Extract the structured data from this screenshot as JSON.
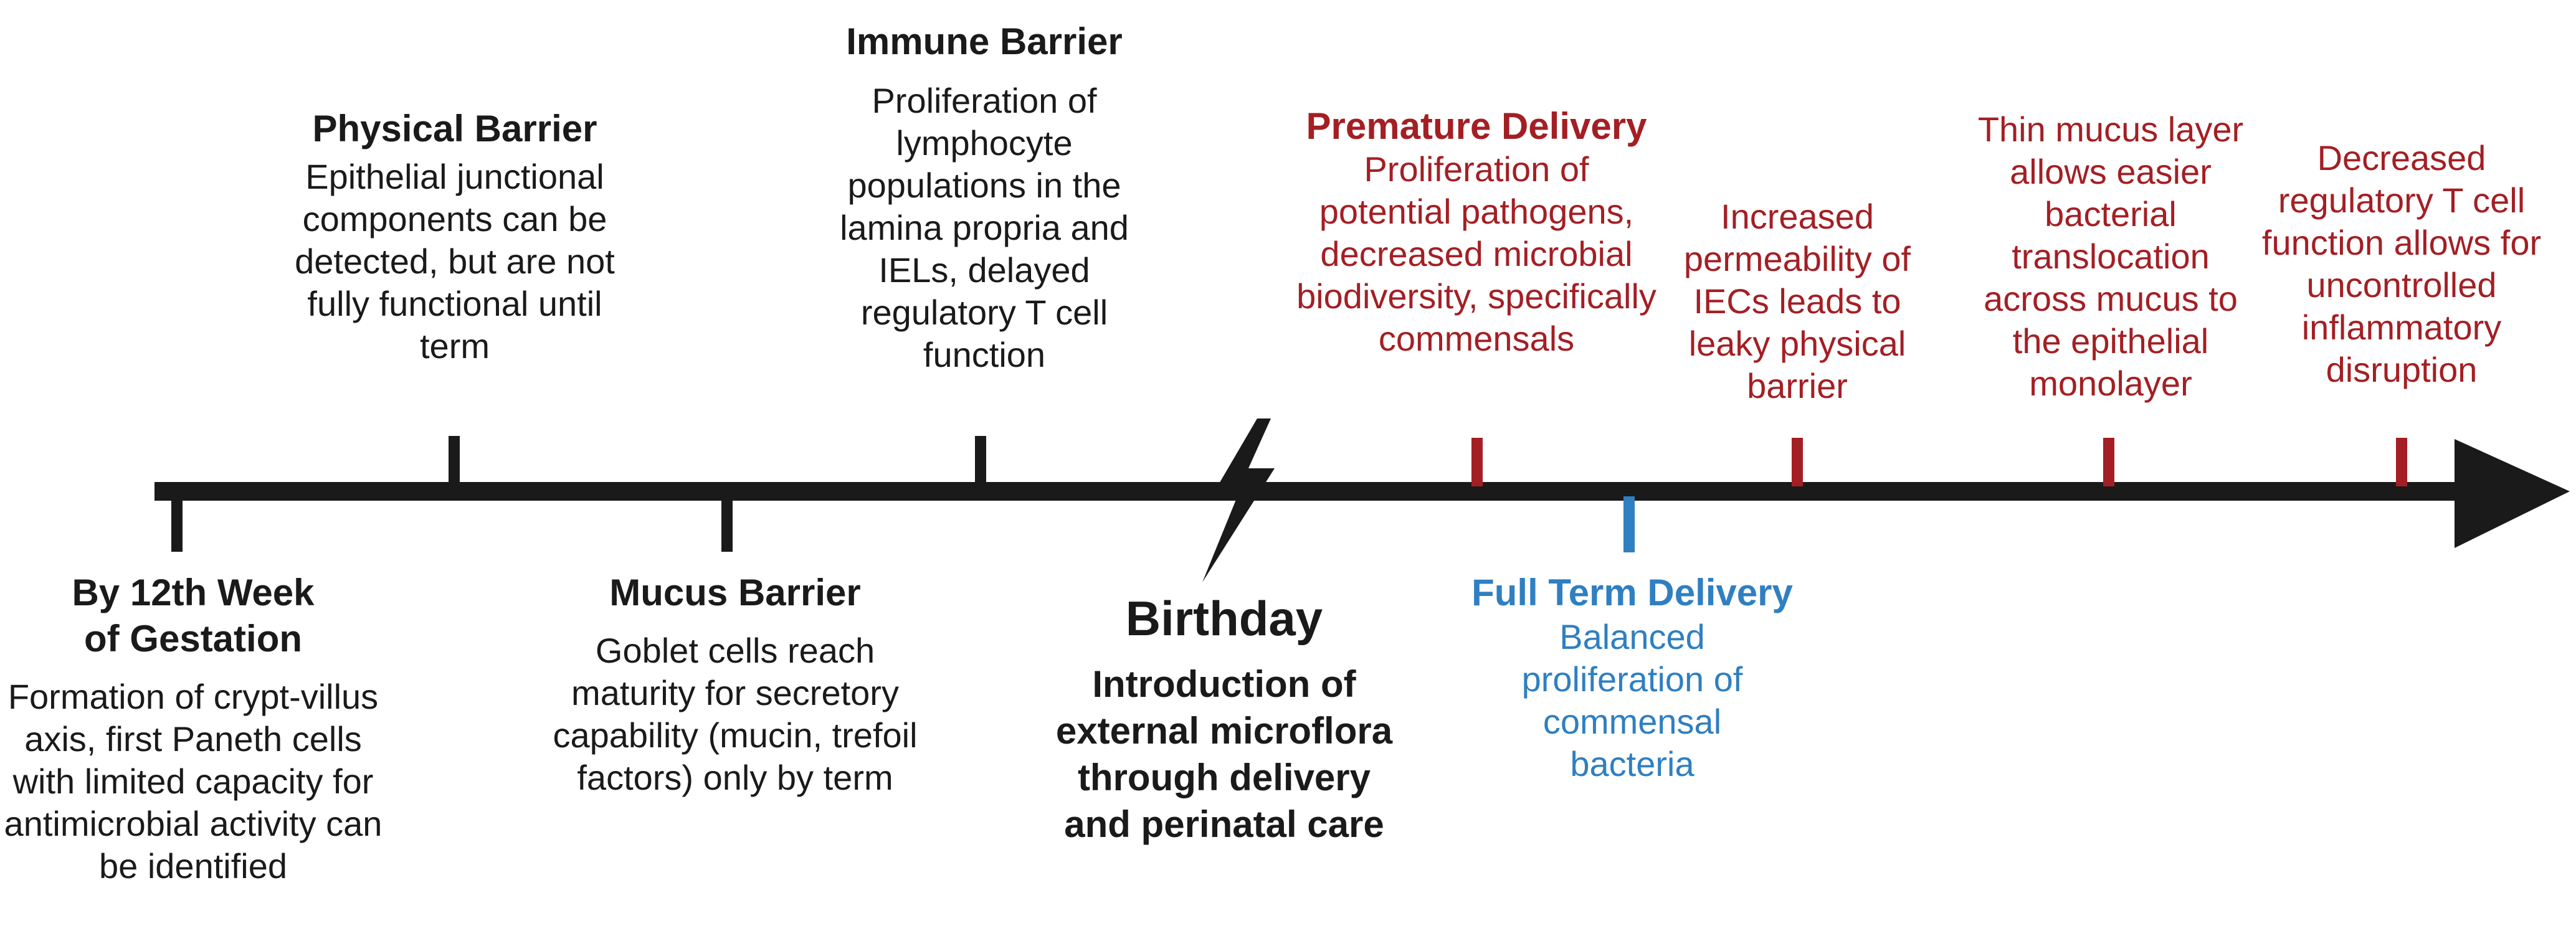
{
  "colors": {
    "axis": "#1a1a1a",
    "premature": "#a31f24",
    "full_term": "#2f7fc1",
    "text": "#1a1a1a"
  },
  "gestation": {
    "heading": "By 12th Week of Gestation",
    "body": "Formation of crypt-villus axis, first Paneth cells with limited capacity for antimicrobial activity can be identified"
  },
  "physical": {
    "heading": "Physical Barrier",
    "body": "Epithelial junctional components can be detected, but are not fully functional until term"
  },
  "mucus": {
    "heading": "Mucus Barrier",
    "body": "Goblet cells reach maturity for secretory capability (mucin, trefoil factors) only by term"
  },
  "immune": {
    "heading": "Immune Barrier",
    "body": "Proliferation of lymphocyte populations in the lamina propria and IELs, delayed regulatory T cell function"
  },
  "birthday": {
    "title": "Birthday",
    "body": "Introduction of external microflora through delivery and perinatal care"
  },
  "premature": {
    "heading": "Premature Delivery",
    "body": "Proliferation of potential pathogens, decreased microbial biodiversity, specifically commensals"
  },
  "full_term": {
    "heading": "Full Term Delivery",
    "body": "Balanced proliferation of commensal bacteria"
  },
  "outcomes": [
    "Increased permeability of IECs leads to leaky physical barrier",
    "Thin mucus layer allows  easier bacterial translocation across mucus to the epithelial monolayer",
    "Decreased regulatory T cell function allows for uncontrolled inflammatory disruption"
  ]
}
